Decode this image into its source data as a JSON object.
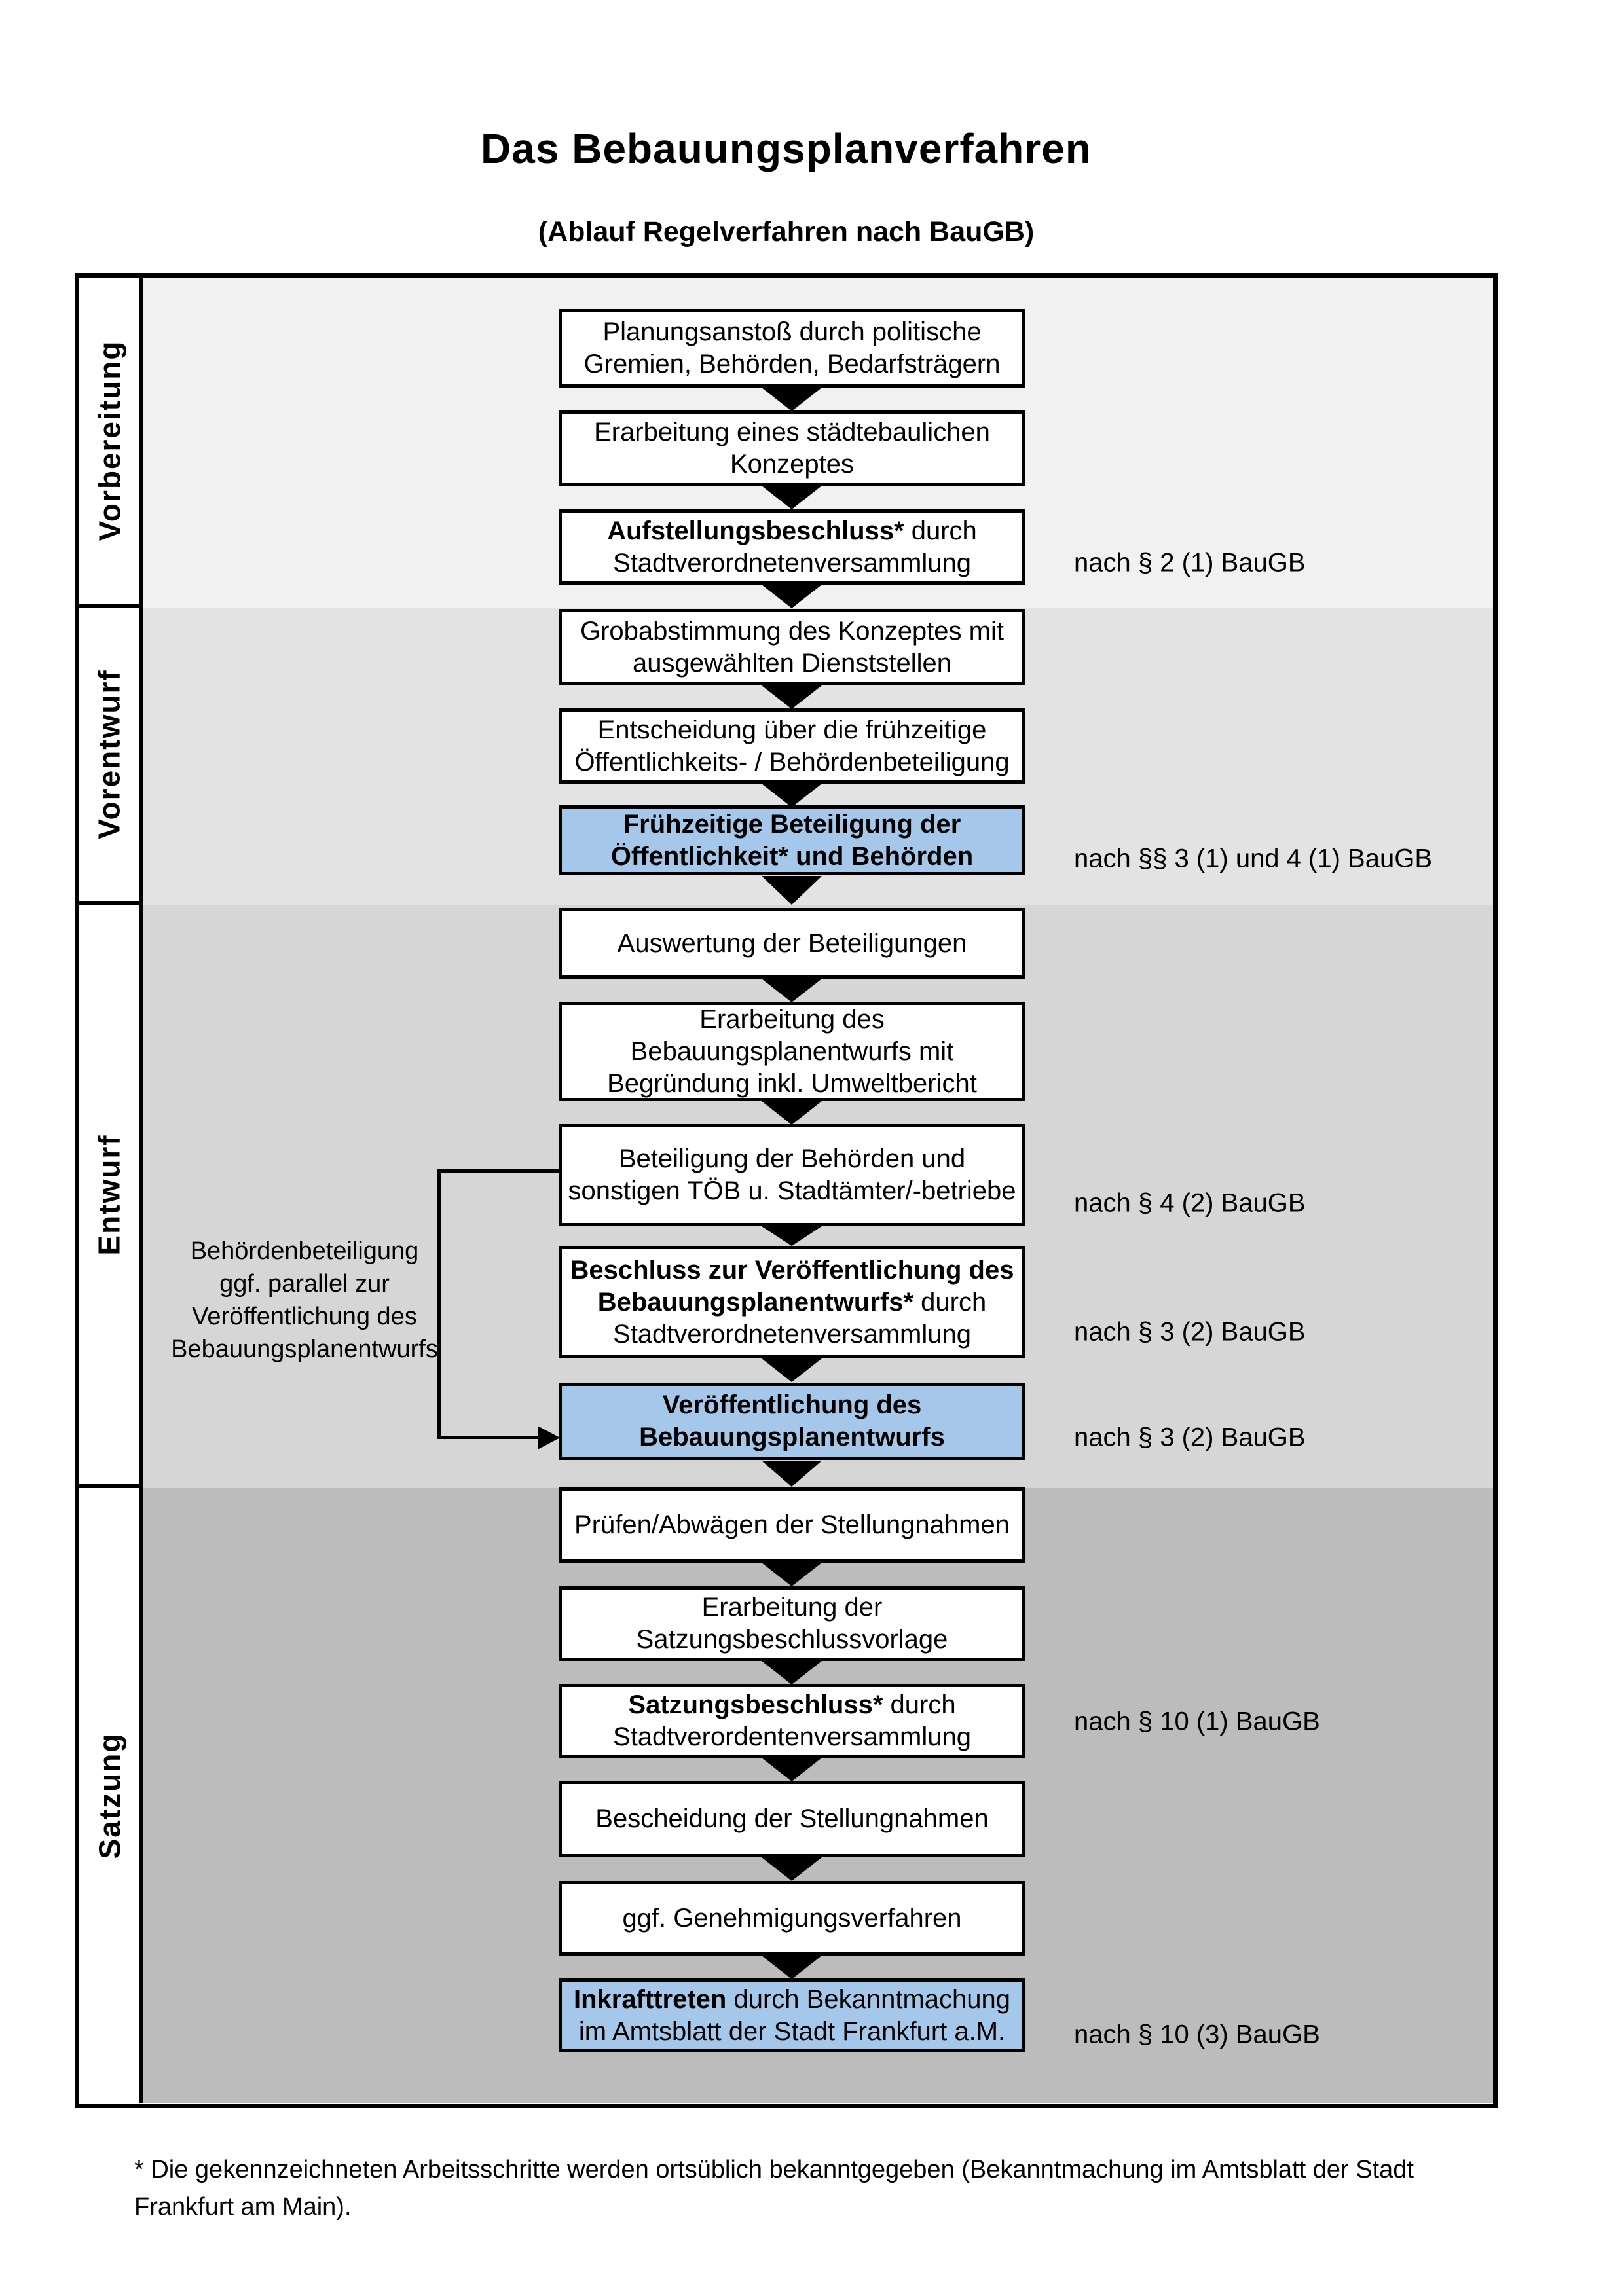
{
  "title": "Das Bebauungsplanverfahren",
  "subtitle": "(Ablauf Regelverfahren nach BauGB)",
  "colors": {
    "highlight_blue": "#a4c7ea",
    "phase_vorbereitung_bg": "#f1f1f1",
    "phase_vorentwurf_bg": "#e3e3e3",
    "phase_entwurf_bg": "#d6d6d6",
    "phase_satzung_bg": "#bcbcbc",
    "line_color": "#000000"
  },
  "phases": [
    {
      "label": "Vorbereitung"
    },
    {
      "label": "Vorentwurf"
    },
    {
      "label": "Entwurf"
    },
    {
      "label": "Satzung"
    }
  ],
  "flow": {
    "boxes": [
      {
        "highlight": false,
        "lines": [
          [
            {
              "t": "Planungsanstoß durch politische"
            }
          ],
          [
            {
              "t": "Gremien, Behörden, Bedarfsträgern"
            }
          ]
        ]
      },
      {
        "highlight": false,
        "lines": [
          [
            {
              "t": "Erarbeitung eines städtebaulichen"
            }
          ],
          [
            {
              "t": "Konzeptes"
            }
          ]
        ]
      },
      {
        "highlight": false,
        "lines": [
          [
            {
              "t": "Aufstellungsbeschluss*",
              "b": true
            },
            {
              "t": " durch"
            }
          ],
          [
            {
              "t": "Stadtverordnetenversammlung"
            }
          ]
        ]
      },
      {
        "highlight": false,
        "lines": [
          [
            {
              "t": "Grobabstimmung des Konzeptes mit"
            }
          ],
          [
            {
              "t": "ausgewählten Dienststellen"
            }
          ]
        ]
      },
      {
        "highlight": false,
        "lines": [
          [
            {
              "t": "Entscheidung über die frühzeitige"
            }
          ],
          [
            {
              "t": "Öffentlichkeits- / Behördenbeteiligung"
            }
          ]
        ]
      },
      {
        "highlight": true,
        "lines": [
          [
            {
              "t": "Frühzeitige Beteiligung der",
              "b": true
            }
          ],
          [
            {
              "t": "Öffentlichkeit* und Behörden",
              "b": true
            }
          ]
        ]
      },
      {
        "highlight": false,
        "lines": [
          [
            {
              "t": "Auswertung der Beteiligungen"
            }
          ]
        ]
      },
      {
        "highlight": false,
        "lines": [
          [
            {
              "t": "Erarbeitung des"
            }
          ],
          [
            {
              "t": "Bebauungsplanentwurfs mit"
            }
          ],
          [
            {
              "t": "Begründung inkl. Umweltbericht"
            }
          ]
        ]
      },
      {
        "highlight": false,
        "lines": [
          [
            {
              "t": "Beteiligung der Behörden und"
            }
          ],
          [
            {
              "t": "sonstigen TÖB u. Stadtämter/-betriebe"
            }
          ]
        ]
      },
      {
        "highlight": false,
        "lines": [
          [
            {
              "t": "Beschluss zur Veröffentlichung des",
              "b": true
            }
          ],
          [
            {
              "t": "Bebauungsplanentwurfs*",
              "b": true
            },
            {
              "t": " durch"
            }
          ],
          [
            {
              "t": "Stadtverordnetenversammlung"
            }
          ]
        ]
      },
      {
        "highlight": true,
        "lines": [
          [
            {
              "t": "Veröffentlichung des",
              "b": true
            }
          ],
          [
            {
              "t": "Bebauungsplanentwurfs",
              "b": true
            }
          ]
        ]
      },
      {
        "highlight": false,
        "lines": [
          [
            {
              "t": "Prüfen/Abwägen der Stellungnahmen"
            }
          ]
        ]
      },
      {
        "highlight": false,
        "lines": [
          [
            {
              "t": "Erarbeitung der"
            }
          ],
          [
            {
              "t": "Satzungsbeschlussvorlage"
            }
          ]
        ]
      },
      {
        "highlight": false,
        "lines": [
          [
            {
              "t": "Satzungsbeschluss*",
              "b": true
            },
            {
              "t": " durch"
            }
          ],
          [
            {
              "t": "Stadtverordentenversammlung"
            }
          ]
        ]
      },
      {
        "highlight": false,
        "lines": [
          [
            {
              "t": "Bescheidung der Stellungnahmen"
            }
          ]
        ]
      },
      {
        "highlight": false,
        "lines": [
          [
            {
              "t": "ggf. Genehmigungsverfahren"
            }
          ]
        ]
      },
      {
        "highlight": true,
        "lines": [
          [
            {
              "t": "Inkrafttreten",
              "b": true
            },
            {
              "t": " durch Bekanntmachung"
            }
          ],
          [
            {
              "t": "im Amtsblatt der Stadt Frankfurt a.M."
            }
          ]
        ]
      }
    ]
  },
  "refs": [
    {
      "text": "nach § 2 (1) BauGB"
    },
    {
      "text": "nach §§ 3 (1) und 4 (1) BauGB"
    },
    {
      "text": "nach § 4 (2) BauGB"
    },
    {
      "text": "nach § 3 (2) BauGB"
    },
    {
      "text": "nach § 3 (2) BauGB"
    },
    {
      "text": "nach § 10 (1) BauGB"
    },
    {
      "text": "nach § 10 (3) BauGB"
    }
  ],
  "annotation": {
    "lines": [
      "Behördenbeteiligung",
      "ggf. parallel zur",
      "Veröffentlichung des",
      "Bebauungsplanentwurfs"
    ]
  },
  "footnote": {
    "lines": [
      "* Die gekennzeichneten Arbeitsschritte werden ortsüblich bekanntgegeben (Bekanntmachung im Amtsblatt  der Stadt",
      "Frankfurt am Main)."
    ]
  }
}
